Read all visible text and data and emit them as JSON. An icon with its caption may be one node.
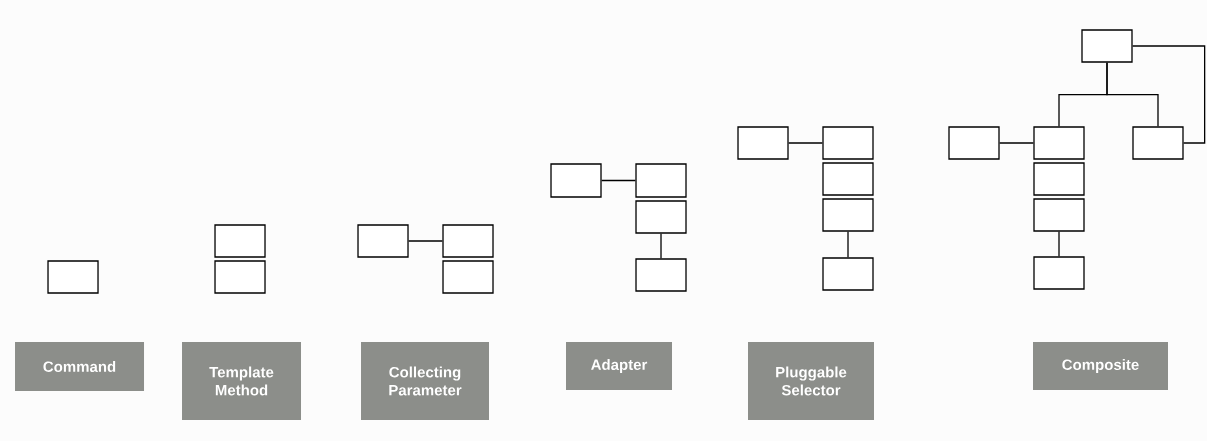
{
  "diagram": {
    "nodes": [
      {
        "text": [],
        "shape": "box"
      },
      {
        "text": [
          "Command"
        ]
      },
      {
        "text": [],
        "shape": "box"
      },
      {
        "text": [],
        "shape": "box"
      },
      {
        "text": [
          "Template Method"
        ]
      },
      {
        "text": [],
        "shape": "box"
      },
      {
        "text": [],
        "shape": "box"
      },
      {
        "text": [],
        "shape": "box"
      },
      {
        "text": [
          "Collecting Parameter"
        ]
      },
      {
        "text": [],
        "shape": "box"
      },
      {
        "text": [],
        "shape": "box"
      },
      {
        "text": [],
        "shape": "box"
      },
      {
        "text": [],
        "shape": "box"
      },
      {
        "text": [
          "Adapter"
        ]
      },
      {
        "text": [],
        "shape": "box"
      },
      {
        "text": [],
        "shape": "box"
      },
      {
        "text": [],
        "shape": "box"
      },
      {
        "text": [],
        "shape": "box"
      },
      {
        "text": [],
        "shape": "box"
      },
      {
        "text": [
          "Pluggable Selector"
        ]
      },
      {
        "text": [],
        "shape": "box"
      },
      {
        "text": [],
        "shape": "box"
      },
      {
        "text": [],
        "shape": "box"
      },
      {
        "text": [],
        "shape": "box"
      },
      {
        "text": [],
        "shape": "box"
      },
      {
        "text": [],
        "shape": "box"
      },
      {
        "text": [],
        "shape": "box"
      },
      {
        "text": [
          "Composite"
        ]
      }
    ],
    "edges": [
      {
        "from": 5,
        "to": 6,
        "arrow": "none"
      },
      {
        "from": 9,
        "to": 10,
        "arrow": "none"
      },
      {
        "from": 11,
        "to": 12,
        "arrow": "none"
      },
      {
        "from": 14,
        "to": 15,
        "arrow": "none"
      },
      {
        "from": 17,
        "to": 18,
        "arrow": "none"
      },
      {
        "from": 21,
        "to": 22,
        "arrow": "none"
      },
      {
        "from": 20,
        "to": 22,
        "arrow": "none"
      },
      {
        "from": 20,
        "to": 23,
        "arrow": "none"
      },
      {
        "from": 25,
        "to": 26,
        "arrow": "none"
      },
      {
        "from": 23,
        "to": 20,
        "arrow": "none"
      }
    ]
  }
}
